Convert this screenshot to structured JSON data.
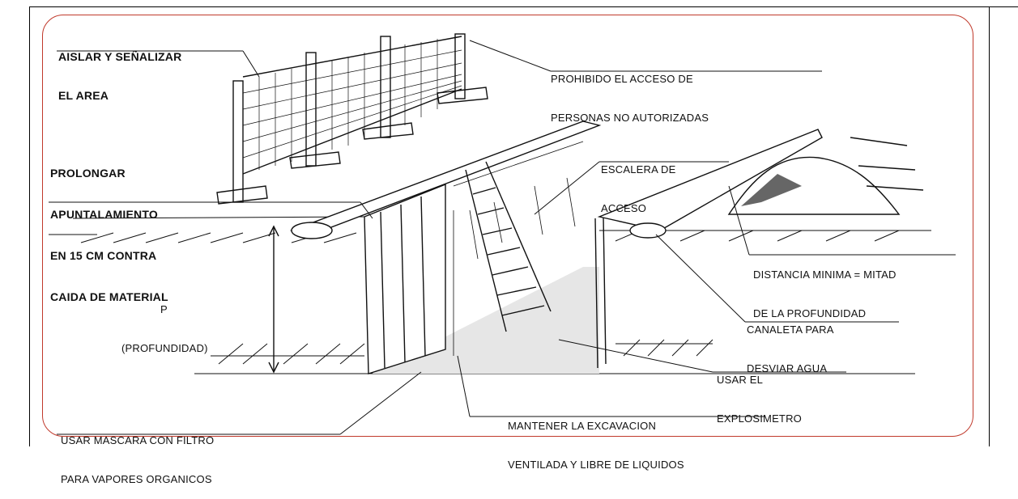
{
  "labels": {
    "isolate": [
      "AISLAR Y SEÑALIZAR",
      "EL AREA"
    ],
    "prohibited": [
      "PROHIBIDO EL ACCESO DE",
      "PERSONAS NO AUTORIZADAS"
    ],
    "prolong": [
      "PROLONGAR",
      "APUNTALAMIENTO",
      "EN 15 cm CONTRA",
      "CAIDA DE MATERIAL"
    ],
    "ladder": [
      "ESCALERA DE",
      "ACCESO"
    ],
    "depth": [
      "P",
      "(PROFUNDIDAD)"
    ],
    "min_distance": [
      "DISTANCIA MINIMA = MITAD",
      "DE LA PROFUNDIDAD"
    ],
    "channel": [
      "CANALETA PARA",
      "DESVIAR AGUA"
    ],
    "explosimeter": [
      "USAR EL",
      "EXPLOSIMETRO"
    ],
    "mask": [
      "USAR MASCARA CON FILTRO",
      "PARA VAPORES ORGANICOS"
    ],
    "ventilated": [
      "MANTENER LA EXCAVACION",
      "VENTILADA Y LIBRE DE LIQUIDOS"
    ]
  },
  "colors": {
    "frame": "#c0392b",
    "ink": "#111111",
    "fill": "#e6e6e6"
  },
  "icons": [
    "fence",
    "ladder",
    "soil-pile",
    "depth-arrow",
    "trench-shoring"
  ]
}
